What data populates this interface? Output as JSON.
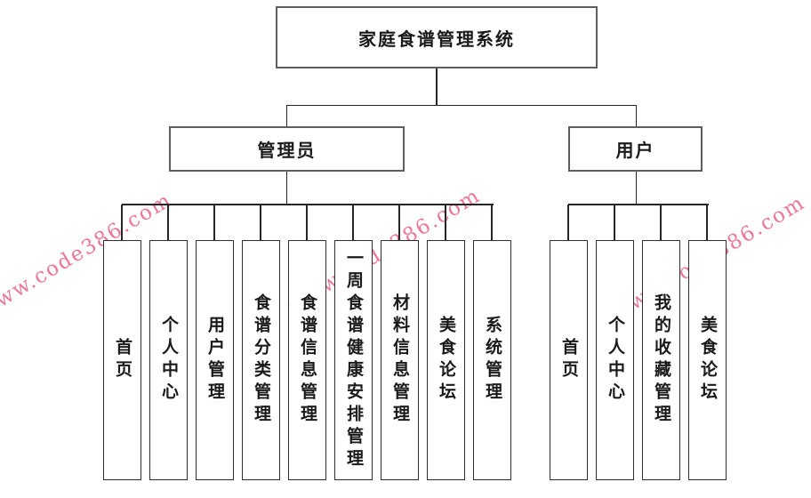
{
  "diagram": {
    "root": "家庭食谱管理系统",
    "branches": [
      {
        "label": "管理员",
        "children": [
          "首页",
          "个人中心",
          "用户管理",
          "食谱分类管理",
          "食谱信息管理",
          "一周食谱健康安排管理",
          "材料信息管理",
          "美食论坛",
          "系统管理"
        ]
      },
      {
        "label": "用户",
        "children": [
          "首页",
          "个人中心",
          "我的收藏管理",
          "美食论坛"
        ]
      }
    ]
  },
  "watermark": {
    "text": "www.code386.com",
    "color": "#e8547a"
  }
}
